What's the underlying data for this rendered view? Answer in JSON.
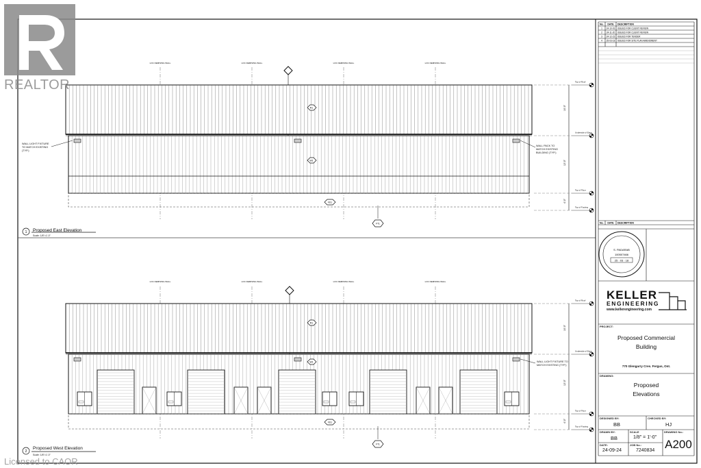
{
  "revisions": {
    "headers": [
      "No.",
      "DATE",
      "DESCRIPTION"
    ],
    "rows": [
      [
        "1",
        "24-10-03",
        "ISSUED FOR CLIENT REVIEW"
      ],
      [
        "2",
        "24-11-20",
        "ISSUED FOR CLIENT REVIEW"
      ],
      [
        "3",
        "24-12-23",
        "ISSUED FOR TENDER"
      ],
      [
        "4",
        "25-03-18",
        "ISSUED FOR SITE PLAN AMENDMENT"
      ]
    ]
  },
  "revisions2": {
    "headers": [
      "No.",
      "DATE",
      "DESCRIPTION"
    ]
  },
  "stamp": {
    "name": "S. PADARAB",
    "number": "100507466",
    "date": "25 · 03 · 18"
  },
  "logo": {
    "line1": "KELLER",
    "line2": "ENGINEERING",
    "url": "www.kellerengineering.com"
  },
  "project": {
    "label": "PROJECT:",
    "name_line1": "Proposed Commercial",
    "name_line2": "Building",
    "address": "770 Glengarry Cres. Fergus, Ont."
  },
  "drawing": {
    "label": "DRAWING:",
    "title_line1": "Proposed",
    "title_line2": "Elevations"
  },
  "designed_by": {
    "label": "DESIGNED BY:",
    "value": "BB"
  },
  "checked_by": {
    "label": "CHECKED BY:",
    "value": "HJ"
  },
  "drawn_by": {
    "label": "DRAWN BY:",
    "value": "BB"
  },
  "scale": {
    "label": "SCALE",
    "value": "1/8\" = 1'-0\""
  },
  "date": {
    "label": "DATE:",
    "value": "24-09-24"
  },
  "job": {
    "label": "JOB No.:",
    "value": "7240834"
  },
  "drawing_no": {
    "label": "DRAWING No.:",
    "value": "A200"
  },
  "east": {
    "number": "1",
    "title": "Proposed East Elevation",
    "scale": "Scale: 1/8\"=1'-0\""
  },
  "west": {
    "number": "2",
    "title": "Proposed West Elevation",
    "scale": "Scale: 1/8\"=1'-0\""
  },
  "note_wall_light_east": "WALL LIGHT FIXTURE TO MATCH EXISTING (TYP.)",
  "note_wall_light_west": "WALL LIGHT FIXTURE TO MATCH EXISTING (TYP.)",
  "note_wall_pack": "WALL PACK TO MATCH EXISTING BUILDING (TYP.)",
  "demising_wall": "LOC DEMISING WALL",
  "levels": [
    "Top of Roof",
    "Underside of Eave",
    "Top of Floor",
    "Top of Footing"
  ],
  "watermark": "REALTOR",
  "licensed": "Licensed to CAOR"
}
